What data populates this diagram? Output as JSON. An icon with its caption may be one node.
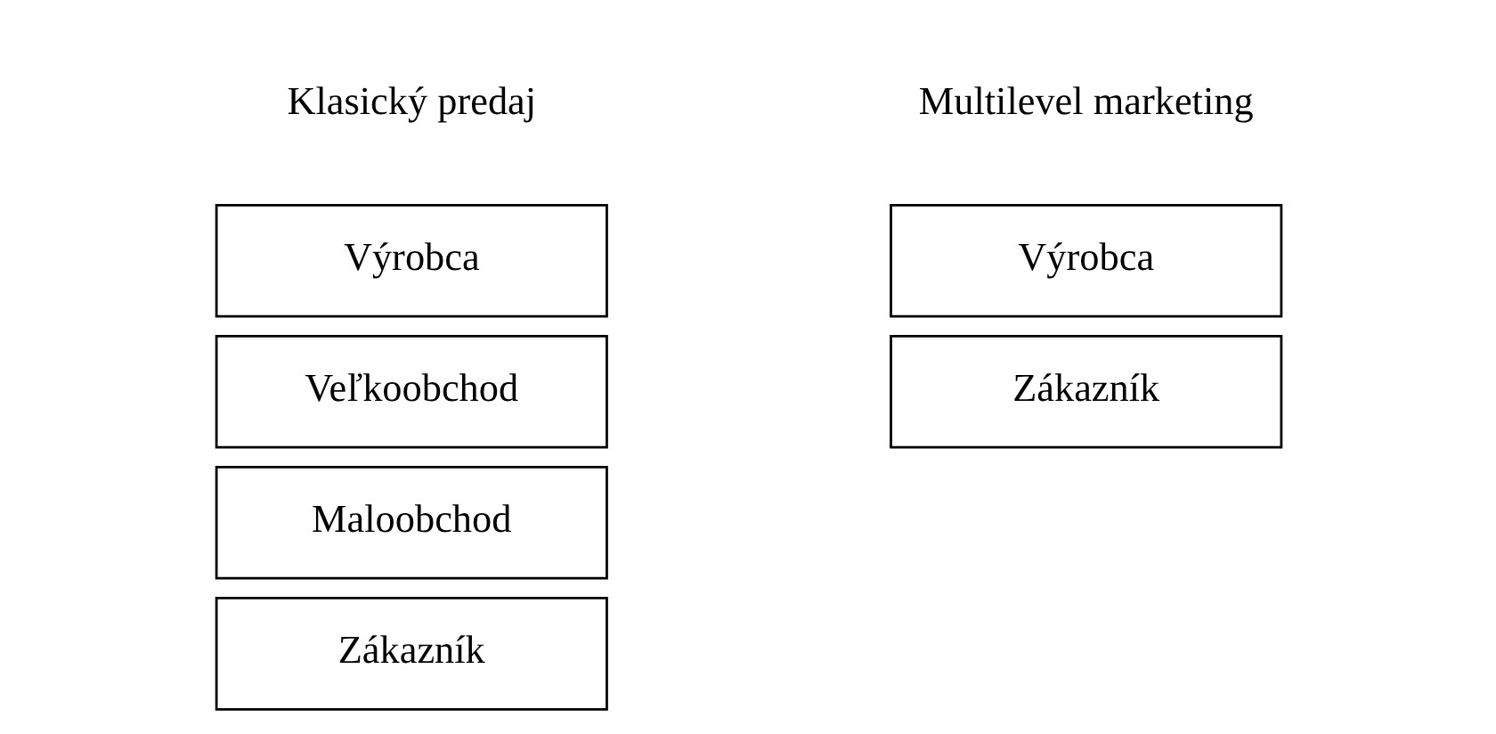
{
  "diagram": {
    "nodes": [
      {
        "text": [
          "Výrobca"
        ]
      },
      {
        "text": [
          "Veľkoobchod"
        ]
      },
      {
        "text": [
          "Maloobchod"
        ]
      },
      {
        "text": [
          "Zákazník"
        ]
      },
      {
        "text": [
          "Výrobca"
        ]
      },
      {
        "text": [
          "Zákazník"
        ]
      }
    ],
    "labels": [
      "Klasický predaj",
      "Multilevel marketing"
    ]
  }
}
